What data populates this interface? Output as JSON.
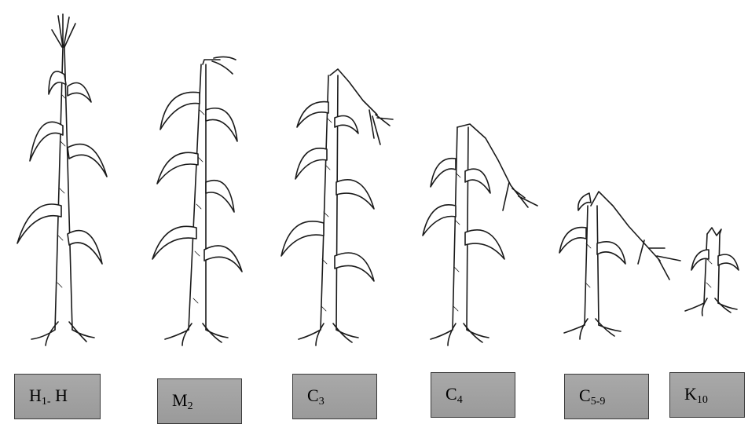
{
  "stages": [
    {
      "main": "H",
      "sub": "1-",
      "tail": " H"
    },
    {
      "main": "M",
      "sub": "2",
      "tail": ""
    },
    {
      "main": "C",
      "sub": "3",
      "tail": ""
    },
    {
      "main": "C",
      "sub": "4",
      "tail": ""
    },
    {
      "main": "C",
      "sub": "5-9",
      "tail": ""
    },
    {
      "main": "K",
      "sub": "10",
      "tail": ""
    }
  ]
}
